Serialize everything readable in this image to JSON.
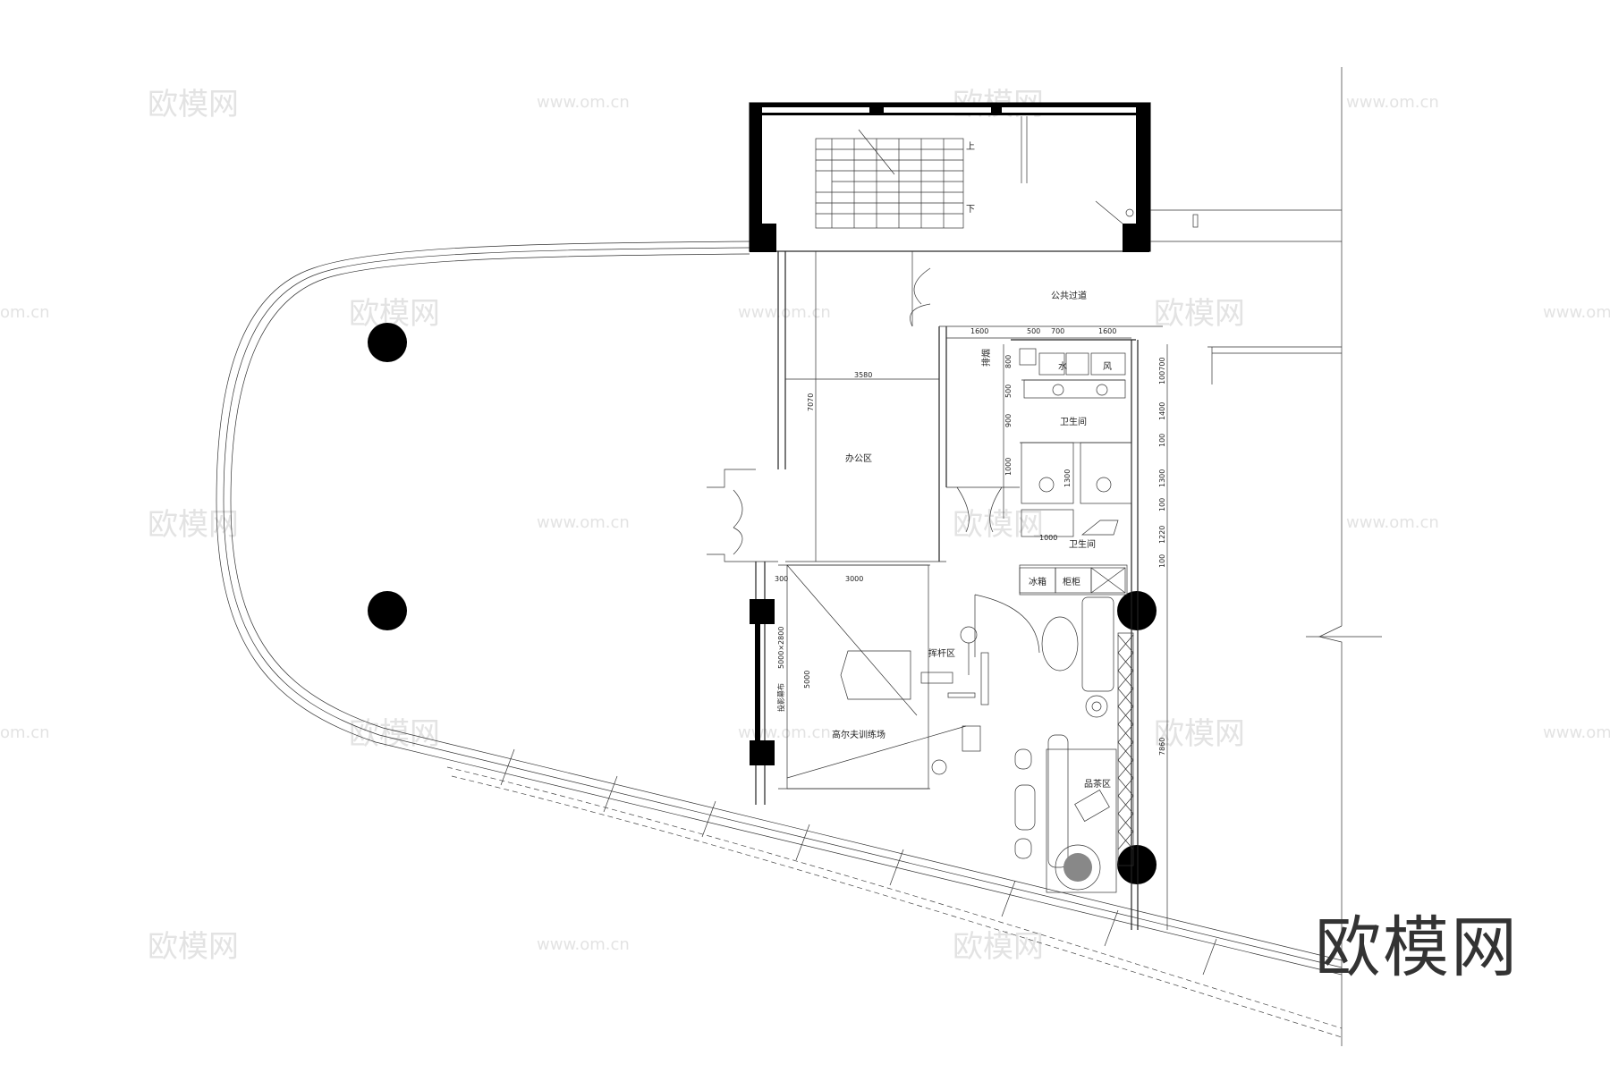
{
  "watermark": {
    "logo_text": "欧模网",
    "url_text": "www.om.cn",
    "url_text_alt": "om.cn"
  },
  "rooms": {
    "public_corridor": "公共过道",
    "office": "办公区",
    "restroom_top": "卫生间",
    "restroom_bottom": "卫生间",
    "golf_training": "高尔夫训练场",
    "putting_area": "挥杆区",
    "tea_area": "品茶区",
    "water": "水",
    "wind": "风",
    "fridge": "冰箱",
    "cabinet": "柜柜",
    "drain": "排烟",
    "stair_up": "上",
    "stair_down": "下",
    "screen_note": "投影幕布",
    "screen_size": "5000×2800"
  },
  "dimensions": {
    "d1600a": "1600",
    "d500": "500",
    "d700": "700",
    "d1600b": "1600",
    "d3580": "3580",
    "d7070": "7070",
    "r100700": "100700",
    "r1400": "1400",
    "r100a": "100",
    "r1300": "1300",
    "r100b": "100",
    "r1220": "1220",
    "r100c": "100",
    "r7860": "7860",
    "l800": "800",
    "l500": "500",
    "l900": "900",
    "l1000": "1000",
    "l1300": "1300",
    "b1000": "1000",
    "d300": "300",
    "d3000": "3000",
    "d5000": "5000"
  },
  "bottom_logo": "欧模网"
}
